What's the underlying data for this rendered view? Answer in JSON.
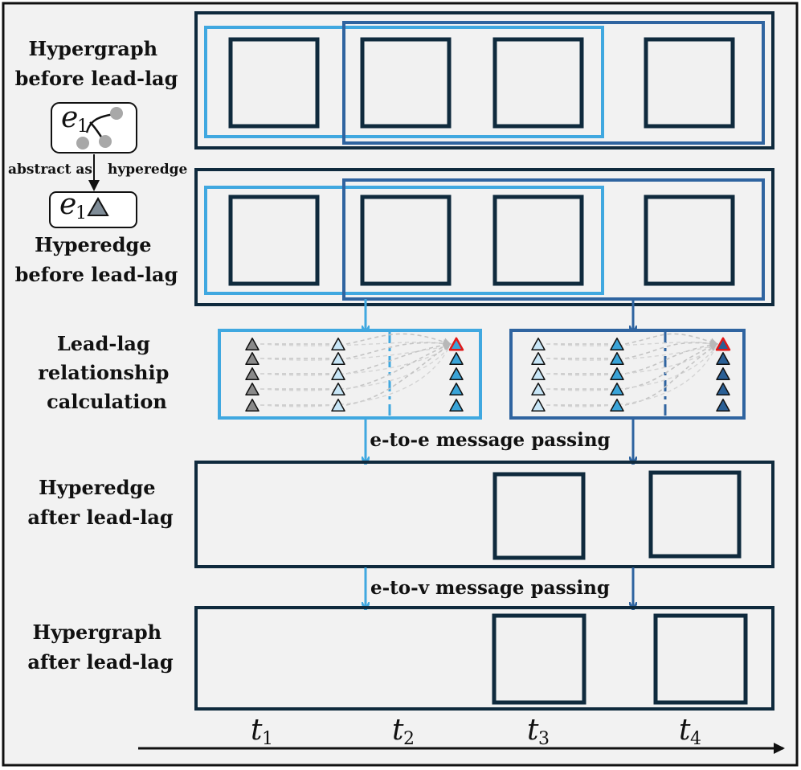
{
  "labels": {
    "hypergraph_before": [
      "Hypergraph",
      "before lead-lag"
    ],
    "hyperedge_before": [
      "Hyperedge",
      "before lead-lag"
    ],
    "leadlag_calc": [
      "Lead-lag",
      "relationship",
      "calculation"
    ],
    "hyperedge_after": [
      "Hyperedge",
      "after lead-lag"
    ],
    "hypergraph_after": [
      "Hypergraph",
      "after lead-lag"
    ]
  },
  "inset": {
    "edge_symbol": "e",
    "edge_subscript": "1",
    "abstract_left": "abstract as",
    "abstract_right": "hyperedge"
  },
  "messages": {
    "e_to_e": "e-to-e message passing",
    "e_to_v": "e-to-v message passing"
  },
  "time_axis": {
    "symbol": "t",
    "subscripts": [
      "1",
      "2",
      "3",
      "4"
    ]
  },
  "colors": {
    "dark_navy": "#0f2a3d",
    "grey_node": "#a8a8a8",
    "light_blue": "#c8e6f7",
    "mid_blue": "#3aa4d8",
    "dark_blue": "#2a5f95",
    "red_outline": "#e01818",
    "frame_light": "#40a8e0",
    "frame_dark": "#2f64a0",
    "panel_bg": "#f1f1f1"
  }
}
